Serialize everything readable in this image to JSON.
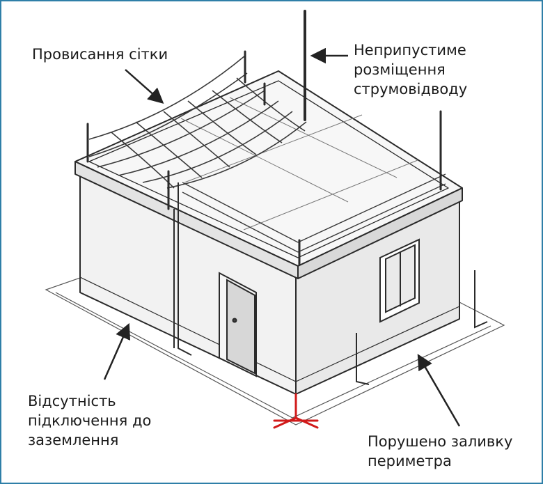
{
  "labels": {
    "grid_sag": "Провисання сітки",
    "downconductor_placement": "Неприпустиме\nрозміщення\nструмовідводу",
    "no_ground_connection": "Відсутність\nпідключення до\nзаземлення",
    "perimeter_violation": "Порушено заливку\nпериметра"
  },
  "colors": {
    "frame": "#2f7fa8",
    "line": "#2a2a2a",
    "ground_mark": "#d11a1a"
  }
}
